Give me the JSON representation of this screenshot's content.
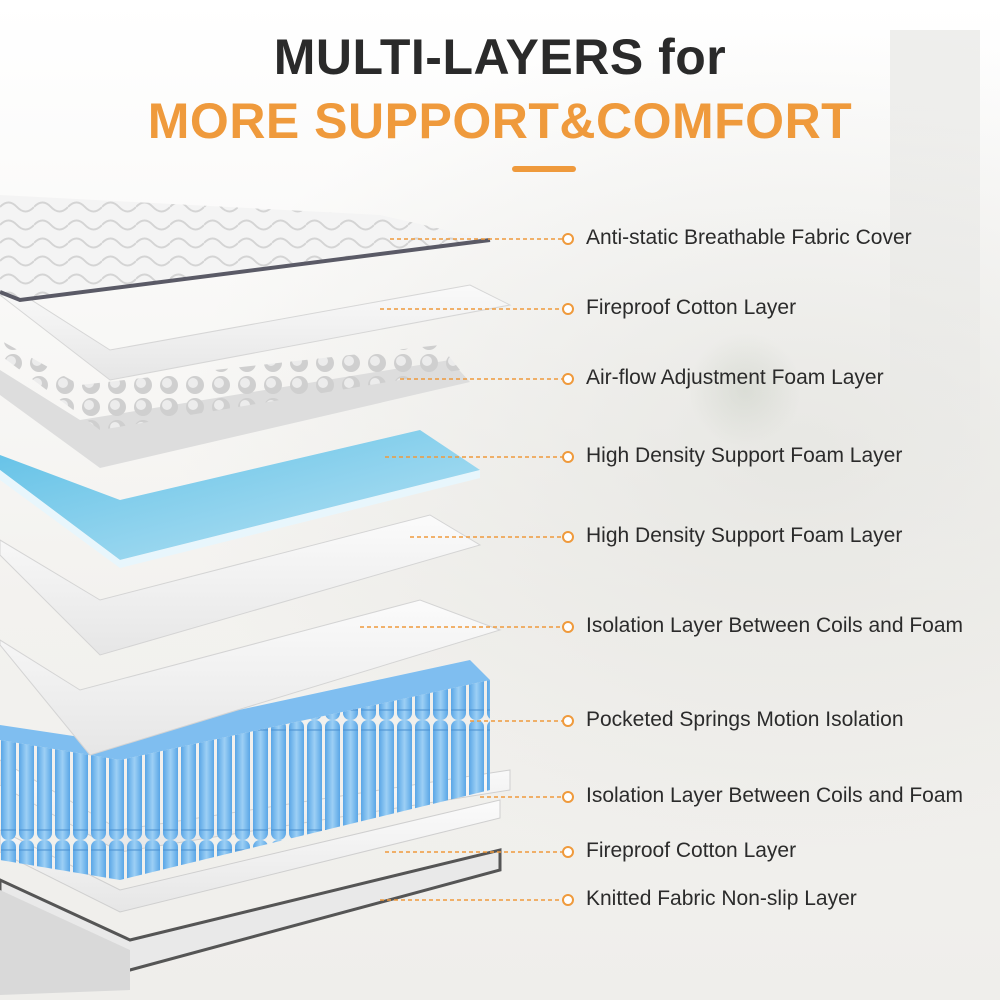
{
  "header": {
    "line1": "MULTI-LAYERS for",
    "line2": "MORE SUPPORT&COMFORT"
  },
  "colors": {
    "accent": "#ef9a3c",
    "title_dark": "#2a2a2a",
    "spring_blue": "#6fb0e8",
    "foam_blue": "#8fcdea"
  },
  "layers": [
    {
      "label": "Anti-static Breathable Fabric Cover"
    },
    {
      "label": "Fireproof Cotton Layer"
    },
    {
      "label": "Air-flow Adjustment  Foam Layer"
    },
    {
      "label": "High Density Support  Foam Layer"
    },
    {
      "label": "High Density Support Foam Layer"
    },
    {
      "label": "Isolation Layer Between  Coils and Foam"
    },
    {
      "label": "Pocketed Springs Motion Isolation"
    },
    {
      "label": "Isolation Layer Between  Coils and Foam"
    },
    {
      "label": "Fireproof Cotton Layer"
    },
    {
      "label": "Knitted Fabric Non-slip Layer"
    }
  ]
}
